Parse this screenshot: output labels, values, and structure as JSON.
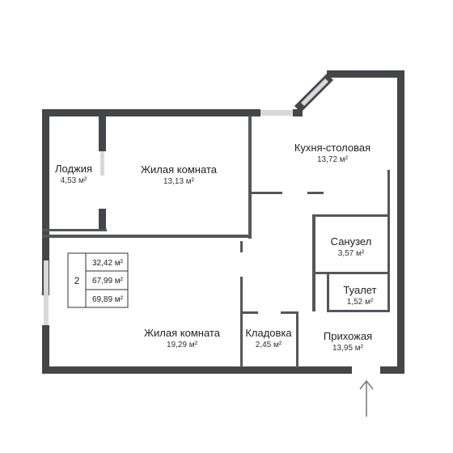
{
  "rooms": [
    {
      "id": "loggia",
      "name": "Лоджия",
      "area": "4,53 м²"
    },
    {
      "id": "living1",
      "name": "Жилая комната",
      "area": "13,13 м²"
    },
    {
      "id": "kitchen",
      "name": "Кухня-столовая",
      "area": "13,72 м²"
    },
    {
      "id": "bathroom",
      "name": "Санузел",
      "area": "3,57 м²"
    },
    {
      "id": "toilet",
      "name": "Туалет",
      "area": "1,52 м²"
    },
    {
      "id": "living2",
      "name": "Жилая комната",
      "area": "19,29 м²"
    },
    {
      "id": "storage",
      "name": "Кладовка",
      "area": "2,45 м²"
    },
    {
      "id": "hallway",
      "name": "Прихожая",
      "area": "13,95 м²"
    }
  ],
  "summary": {
    "rooms_count": "2",
    "living_area": "32,42 м²",
    "total_area": "67,99 м²",
    "total_with_loggia": "69,89 м²"
  },
  "icons": {
    "entrance": "arrow-up-icon"
  },
  "colors": {
    "wall": "#45464a",
    "window": "#d7d8da",
    "text": "#222222"
  }
}
